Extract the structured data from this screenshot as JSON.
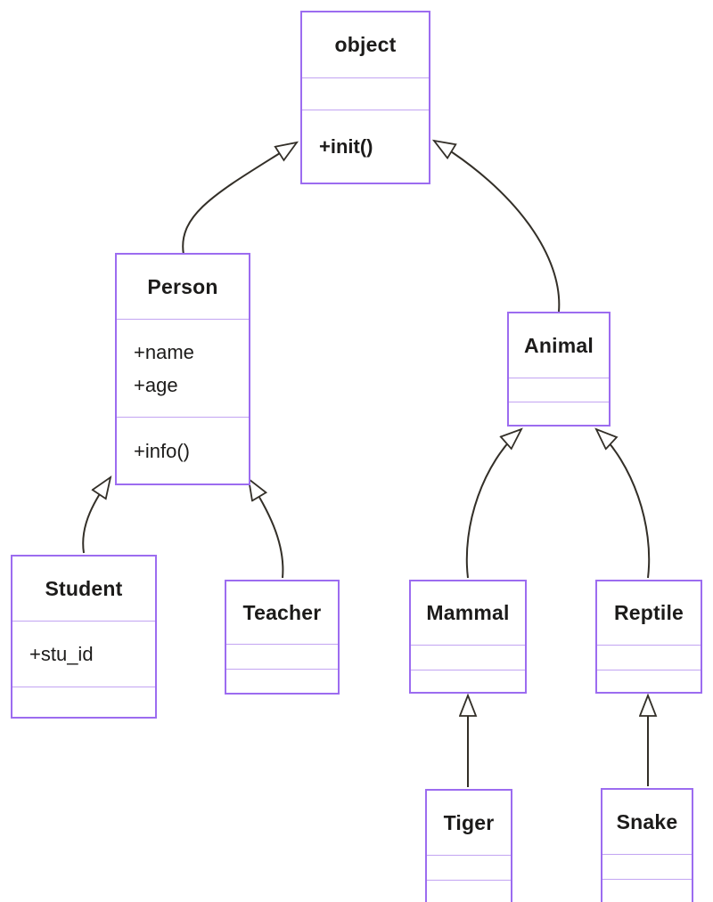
{
  "diagram": {
    "kind": "uml-class-diagram"
  },
  "theme": {
    "canvas_bg": "#ffffff",
    "box_border_color": "#9c6cf0",
    "box_divider_color": "#c2a4f2",
    "box_fill": "#ffffff",
    "edge_color": "#332f28",
    "text_color": "#1c1b1a"
  },
  "classes": {
    "object": {
      "name": "object",
      "attributes": [],
      "methods": [
        "+init()"
      ]
    },
    "person": {
      "name": "Person",
      "attributes": [
        "+name",
        "+age"
      ],
      "methods": [
        "+info()"
      ]
    },
    "animal": {
      "name": "Animal",
      "attributes": [],
      "methods": []
    },
    "student": {
      "name": "Student",
      "attributes": [
        "+stu_id"
      ],
      "methods": []
    },
    "teacher": {
      "name": "Teacher",
      "attributes": [],
      "methods": []
    },
    "mammal": {
      "name": "Mammal",
      "attributes": [],
      "methods": []
    },
    "reptile": {
      "name": "Reptile",
      "attributes": [],
      "methods": []
    },
    "tiger": {
      "name": "Tiger",
      "attributes": [],
      "methods": []
    },
    "snake": {
      "name": "Snake",
      "attributes": [],
      "methods": []
    }
  },
  "relationships": [
    {
      "child": "Person",
      "parent": "object",
      "type": "inheritance"
    },
    {
      "child": "Animal",
      "parent": "object",
      "type": "inheritance"
    },
    {
      "child": "Student",
      "parent": "Person",
      "type": "inheritance"
    },
    {
      "child": "Teacher",
      "parent": "Person",
      "type": "inheritance"
    },
    {
      "child": "Mammal",
      "parent": "Animal",
      "type": "inheritance"
    },
    {
      "child": "Reptile",
      "parent": "Animal",
      "type": "inheritance"
    },
    {
      "child": "Tiger",
      "parent": "Mammal",
      "type": "inheritance"
    },
    {
      "child": "Snake",
      "parent": "Reptile",
      "type": "inheritance"
    }
  ]
}
